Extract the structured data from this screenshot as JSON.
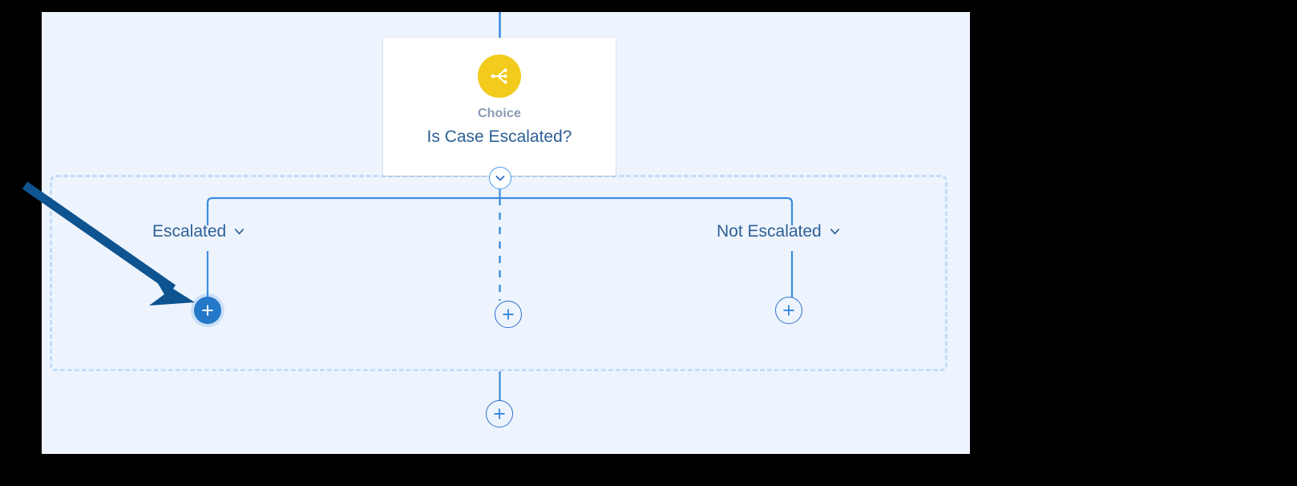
{
  "canvas": {
    "background_color": "#eef4fd",
    "outside_color": "#000000"
  },
  "choice_node": {
    "icon_name": "choice-branch-icon",
    "icon_background_color": "#f2cb1d",
    "icon_glyph_color": "#ffffff",
    "kind_label": "Choice",
    "kind_label_color": "#8a9ab5",
    "title": "Is Case Escalated?",
    "title_color": "#2c5f96",
    "card_background_color": "#ffffff"
  },
  "collapse_toggle": {
    "icon_name": "chevron-down-icon",
    "border_color": "#4e9bf0"
  },
  "branch_container": {
    "border_style": "dashed",
    "border_color": "#c3dcf8"
  },
  "branches": [
    {
      "id": "escalated",
      "label": "Escalated",
      "chevron_icon": "chevron-down-icon",
      "label_color": "#2c5f96",
      "connector_style": "solid",
      "add_button": {
        "icon_name": "plus-icon",
        "state": "selected",
        "fill_color": "#2478c8",
        "glyph_color": "#ffffff"
      }
    },
    {
      "id": "default",
      "label": "",
      "chevron_icon": "",
      "label_color": "#2c5f96",
      "connector_style": "dashed",
      "add_button": {
        "icon_name": "plus-icon",
        "state": "default",
        "fill_color": "#eef4fd",
        "glyph_color": "#2f72c9"
      }
    },
    {
      "id": "not-escalated",
      "label": "Not Escalated",
      "chevron_icon": "chevron-down-icon",
      "label_color": "#2c5f96",
      "connector_style": "solid",
      "add_button": {
        "icon_name": "plus-icon",
        "state": "default",
        "fill_color": "#eef4fd",
        "glyph_color": "#2f72c9"
      }
    }
  ],
  "after_branch_add_button": {
    "icon_name": "plus-icon",
    "state": "default",
    "fill_color": "#eef4fd",
    "glyph_color": "#2f72c9"
  },
  "connectors": {
    "line_color": "#3c8ce0",
    "dashed_line_color": "#3c8ce0"
  },
  "annotation": {
    "type": "arrow",
    "color": "#0d5490",
    "points_to": "escalated-branch-add-button"
  }
}
